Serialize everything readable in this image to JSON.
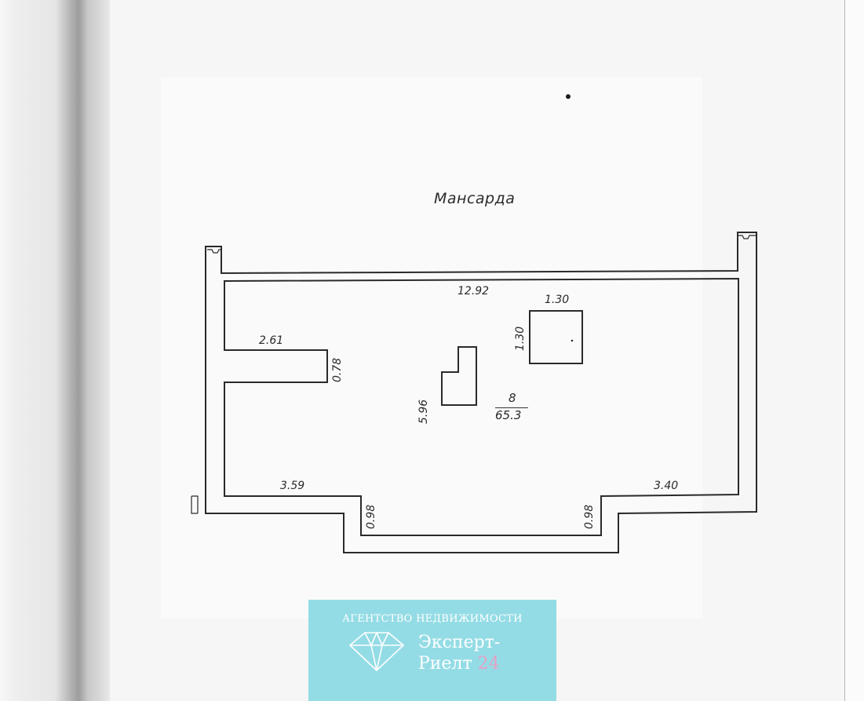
{
  "plan": {
    "title": "Мансарда",
    "dimensions": {
      "top": "12.92",
      "window_width": "1.30",
      "window_height": "1.30",
      "ledge_length": "2.61",
      "ledge_depth": "0.78",
      "bottom_left": "3.59",
      "bottom_right": "3.40",
      "recess_left_depth": "0.98",
      "recess_right_depth": "0.98",
      "stair_length": "5.96"
    },
    "room": {
      "number": "8",
      "area": "65.3"
    }
  },
  "watermark": {
    "agency": "АГЕНТСТВО НЕДВИЖИМОСТИ",
    "name_line1": "Эксперт-",
    "name_line2": "Риелт",
    "name_suffix": "24",
    "colors": {
      "background": "#7ed6e0",
      "text": "#ffffff",
      "accent": "#e7a0c6"
    }
  }
}
